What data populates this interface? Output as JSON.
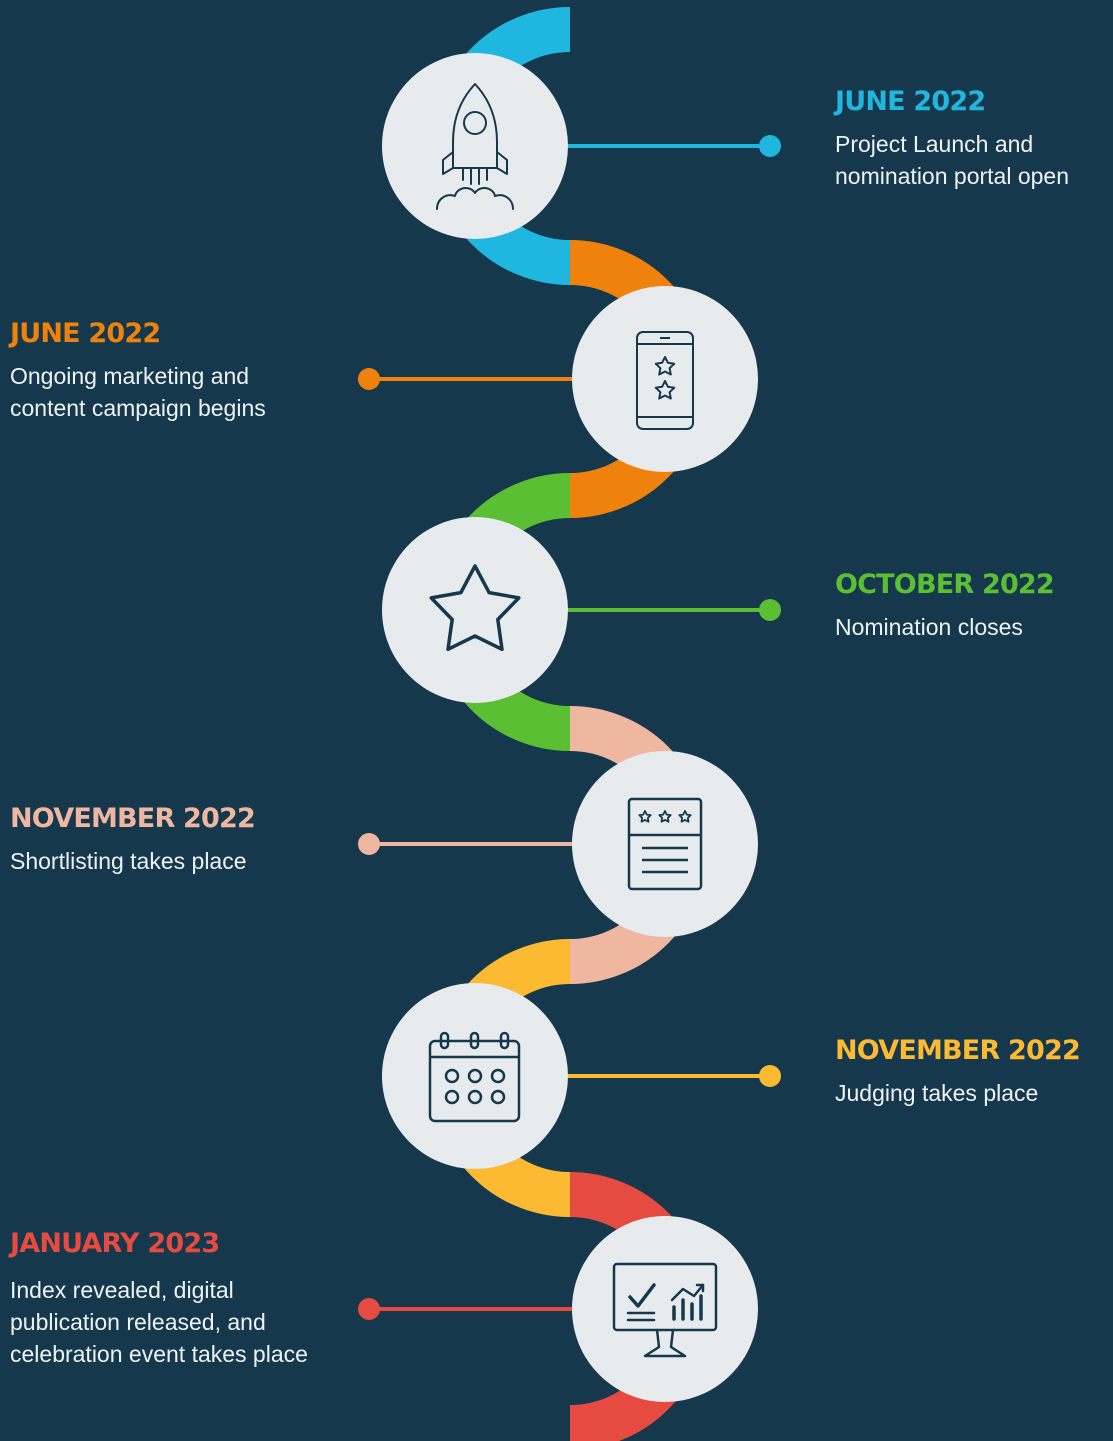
{
  "timeline": {
    "milestones": [
      {
        "date": "JUNE 2022",
        "description": "Project Launch and nomination portal open",
        "color": "#1fb7e0",
        "icon": "rocket-icon",
        "side": "right"
      },
      {
        "date": "JUNE 2022",
        "description": "Ongoing marketing and content campaign begins",
        "color": "#ef820d",
        "icon": "phone-stars-icon",
        "side": "left"
      },
      {
        "date": "OCTOBER 2022",
        "description": "Nomination closes",
        "color": "#5bbf34",
        "icon": "star-icon",
        "side": "right"
      },
      {
        "date": "NOVEMBER 2022",
        "description": "Shortlisting takes place",
        "color": "#f0b7a0",
        "icon": "rating-document-icon",
        "side": "left"
      },
      {
        "date": "NOVEMBER 2022",
        "description": "Judging takes place",
        "color": "#fbba31",
        "icon": "calendar-icon",
        "side": "right"
      },
      {
        "date": "JANUARY 2023",
        "description": "Index revealed, digital publication released, and celebration event takes place",
        "color": "#e54b40",
        "icon": "monitor-chart-icon",
        "side": "left"
      }
    ]
  }
}
